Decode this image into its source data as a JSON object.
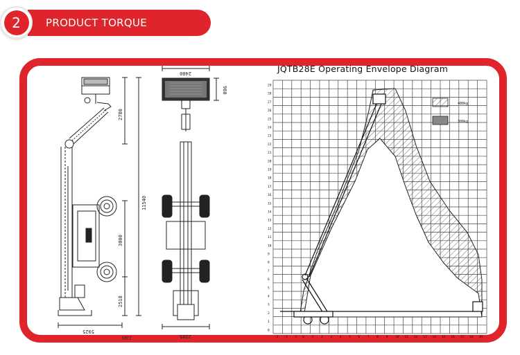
{
  "header": {
    "step_number": "2",
    "title": "PRODUCT TORQUE"
  },
  "diagram": {
    "envelope_title": "JQTB28E Operating Envelope Diagram",
    "y_axis_labels": [
      "29",
      "28",
      "27",
      "26",
      "25",
      "24",
      "23",
      "22",
      "21",
      "20",
      "19",
      "18",
      "17",
      "16",
      "15",
      "14",
      "13",
      "12",
      "11",
      "10",
      "9",
      "8",
      "7",
      "6",
      "5",
      "4",
      "3",
      "2",
      "1",
      "0"
    ],
    "x_axis_labels": [
      "-3",
      "-2",
      "-1",
      "0",
      "1",
      "2",
      "3",
      "4",
      "5",
      "6",
      "7",
      "8",
      "9",
      "10",
      "11",
      "12",
      "13",
      "14",
      "15",
      "16",
      "17",
      "18",
      "19"
    ],
    "legend": [
      {
        "label": "480kg"
      },
      {
        "label": "300kg"
      }
    ],
    "side_dimensions": {
      "upper": "2780",
      "overall": "11540",
      "middle": "3000",
      "lower": "2518",
      "base": "5925",
      "base2": "2285"
    },
    "rear_dimensions": {
      "top": "2400",
      "basket": "960",
      "base": "2285"
    }
  },
  "colors": {
    "brand_red": "#e0242b",
    "line": "#222222",
    "grid": "#444444"
  }
}
